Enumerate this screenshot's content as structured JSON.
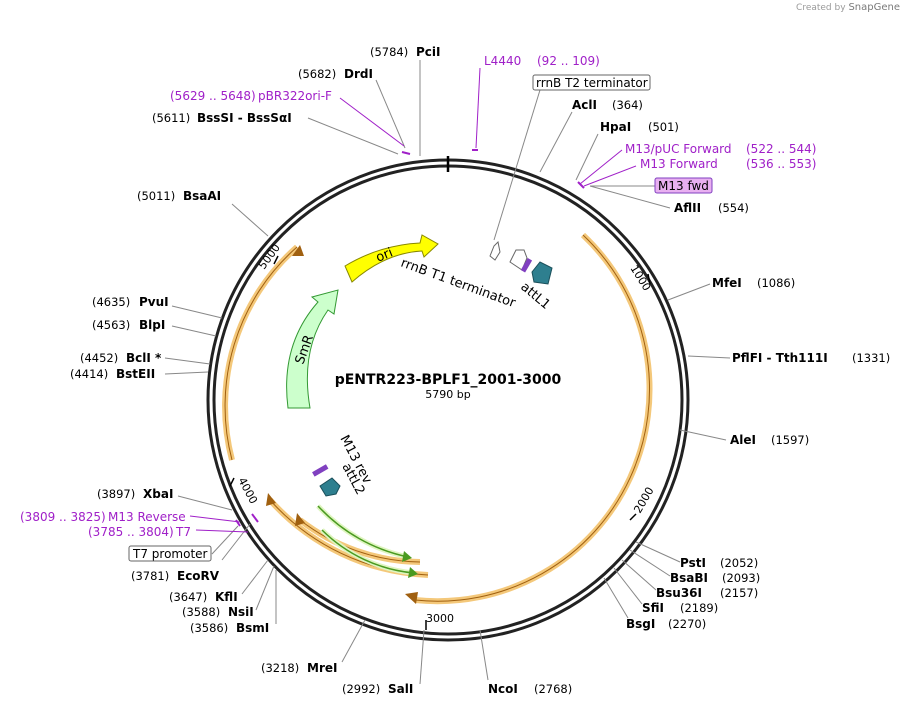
{
  "credit": {
    "prefix": "Created by",
    "brand": "SnapGene"
  },
  "plasmid": {
    "name": "pENTR223-BPLF1_2001-3000",
    "length_label": "5790 bp",
    "length": 5790
  },
  "ticks": [
    {
      "pos": 1000,
      "label": "1000"
    },
    {
      "pos": 2000,
      "label": "2000"
    },
    {
      "pos": 3000,
      "label": "3000"
    },
    {
      "pos": 4000,
      "label": "4000"
    },
    {
      "pos": 5000,
      "label": "5000"
    }
  ],
  "enzymes": [
    {
      "name": "PciI",
      "pos_label": "(5784)",
      "pos": 5784
    },
    {
      "name": "DrdI",
      "pos_label": "(5682)",
      "pos": 5682
    },
    {
      "name": "BssSI  -  BssSαI",
      "pos_label": "(5611)",
      "pos": 5611
    },
    {
      "name": "BsaAI",
      "pos_label": "(5011)",
      "pos": 5011
    },
    {
      "name": "PvuI",
      "pos_label": "(4635)",
      "pos": 4635
    },
    {
      "name": "BlpI",
      "pos_label": "(4563)",
      "pos": 4563
    },
    {
      "name": "BclI *",
      "pos_label": "(4452)",
      "pos": 4452
    },
    {
      "name": "BstEII",
      "pos_label": "(4414)",
      "pos": 4414
    },
    {
      "name": "XbaI",
      "pos_label": "(3897)",
      "pos": 3897
    },
    {
      "name": "EcoRV",
      "pos_label": "(3781)",
      "pos": 3781
    },
    {
      "name": "KflI",
      "pos_label": "(3647)",
      "pos": 3647
    },
    {
      "name": "NsiI",
      "pos_label": "(3588)",
      "pos": 3588
    },
    {
      "name": "BsmI",
      "pos_label": "(3586)",
      "pos": 3586
    },
    {
      "name": "MreI",
      "pos_label": "(3218)",
      "pos": 3218
    },
    {
      "name": "SalI",
      "pos_label": "(2992)",
      "pos": 2992
    },
    {
      "name": "NcoI",
      "pos_label": "(2768)",
      "pos": 2768
    },
    {
      "name": "BsgI",
      "pos_label": "(2270)",
      "pos": 2270
    },
    {
      "name": "SfiI",
      "pos_label": "(2189)",
      "pos": 2189
    },
    {
      "name": "Bsu36I",
      "pos_label": "(2157)",
      "pos": 2157
    },
    {
      "name": "BsaBI",
      "pos_label": "(2093)",
      "pos": 2093
    },
    {
      "name": "PstI",
      "pos_label": "(2052)",
      "pos": 2052
    },
    {
      "name": "AleI",
      "pos_label": "(1597)",
      "pos": 1597
    },
    {
      "name": "PflFI  -  Tth111I",
      "pos_label": "(1331)",
      "pos": 1331
    },
    {
      "name": "MfeI",
      "pos_label": "(1086)",
      "pos": 1086
    },
    {
      "name": "AflII",
      "pos_label": "(554)",
      "pos": 554
    },
    {
      "name": "HpaI",
      "pos_label": "(501)",
      "pos": 501
    },
    {
      "name": "AclI",
      "pos_label": "(364)",
      "pos": 364
    }
  ],
  "primers": [
    {
      "name": "L4440",
      "range": "(92 .. 109)"
    },
    {
      "name": "pBR322ori-F",
      "range": "(5629 .. 5648)"
    },
    {
      "name": "M13/pUC Forward",
      "range": "(522 .. 544)"
    },
    {
      "name": "M13 Forward",
      "range": "(536 .. 553)"
    },
    {
      "name": "M13 Reverse",
      "range": "(3809 .. 3825)"
    },
    {
      "name": "T7",
      "range": "(3785 .. 3804)"
    }
  ],
  "boxed_labels": [
    {
      "name": "rrnB T2 terminator",
      "style": "plain"
    },
    {
      "name": "T7 promoter",
      "style": "plain"
    },
    {
      "name": "M13 fwd",
      "style": "purple"
    }
  ],
  "features": [
    {
      "name": "ori",
      "color": "#ffff00"
    },
    {
      "name": "SmR",
      "color": "#ccffcc"
    },
    {
      "name": "rrnB T1 terminator",
      "color": "#ffffff"
    },
    {
      "name": "attL1",
      "color": "#2e7f8f"
    },
    {
      "name": "attL2",
      "color": "#2e7f8f"
    },
    {
      "name": "M13 rev",
      "color": "#8040c0"
    }
  ],
  "colors": {
    "orf": "#f4c87a",
    "orf_inner": "#a06010",
    "green_arrow": "#4a9a20",
    "primer": "#a020c8"
  }
}
